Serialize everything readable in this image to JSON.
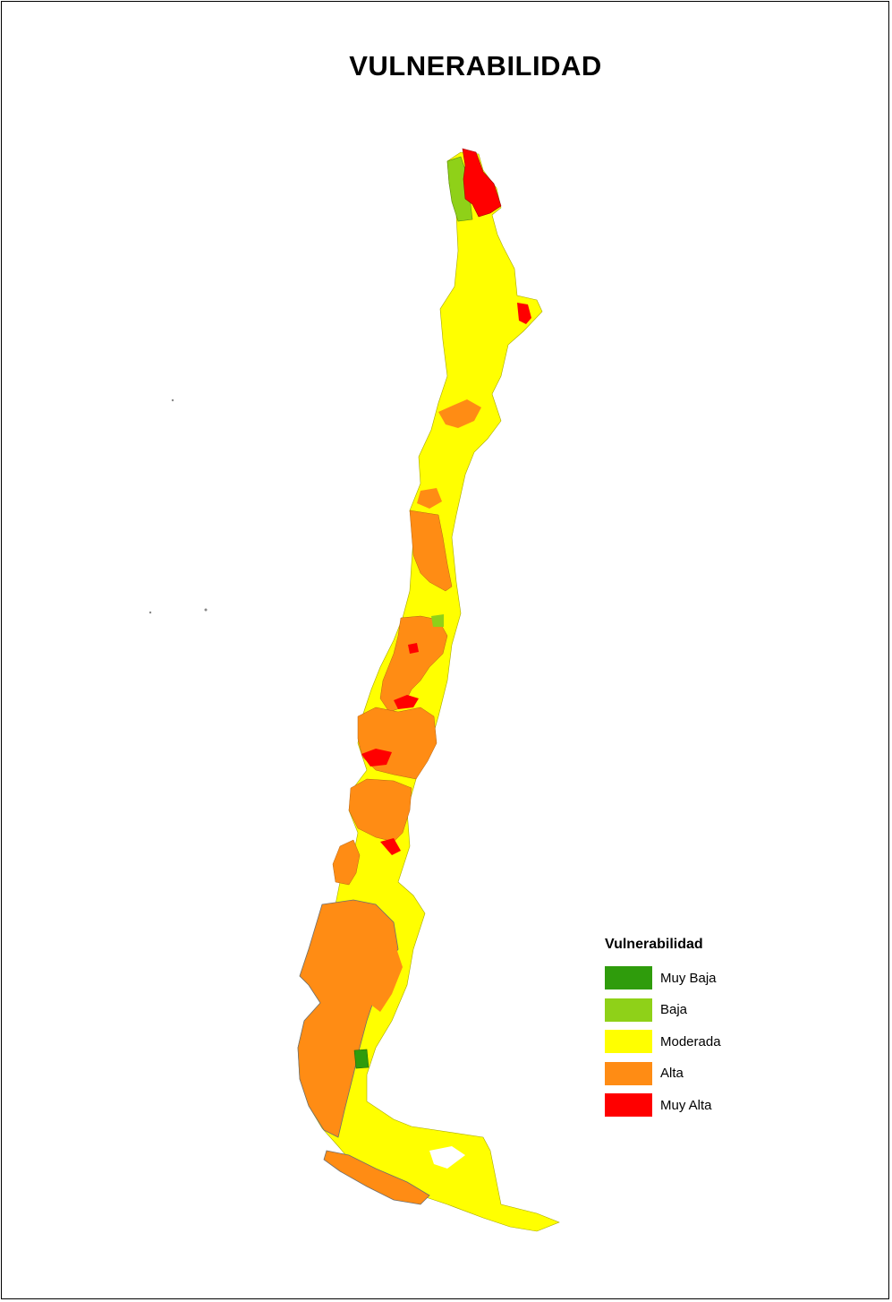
{
  "title": "VULNERABILIDAD",
  "colors": {
    "muy_baja": "#2f9c0c",
    "baja": "#8fd118",
    "moderada": "#ffff00",
    "alta": "#ff8c14",
    "muy_alta": "#ff0000",
    "island_outline": "#6e6e6e"
  },
  "legend": {
    "title": "Vulnerabilidad",
    "items": [
      {
        "label": "Muy Baja",
        "color": "#2f9c0c"
      },
      {
        "label": "Baja",
        "color": "#8fd118"
      },
      {
        "label": "Moderada",
        "color": "#ffff00"
      },
      {
        "label": "Alta",
        "color": "#ff8c14"
      },
      {
        "label": "Muy Alta",
        "color": "#ff0000"
      }
    ]
  }
}
